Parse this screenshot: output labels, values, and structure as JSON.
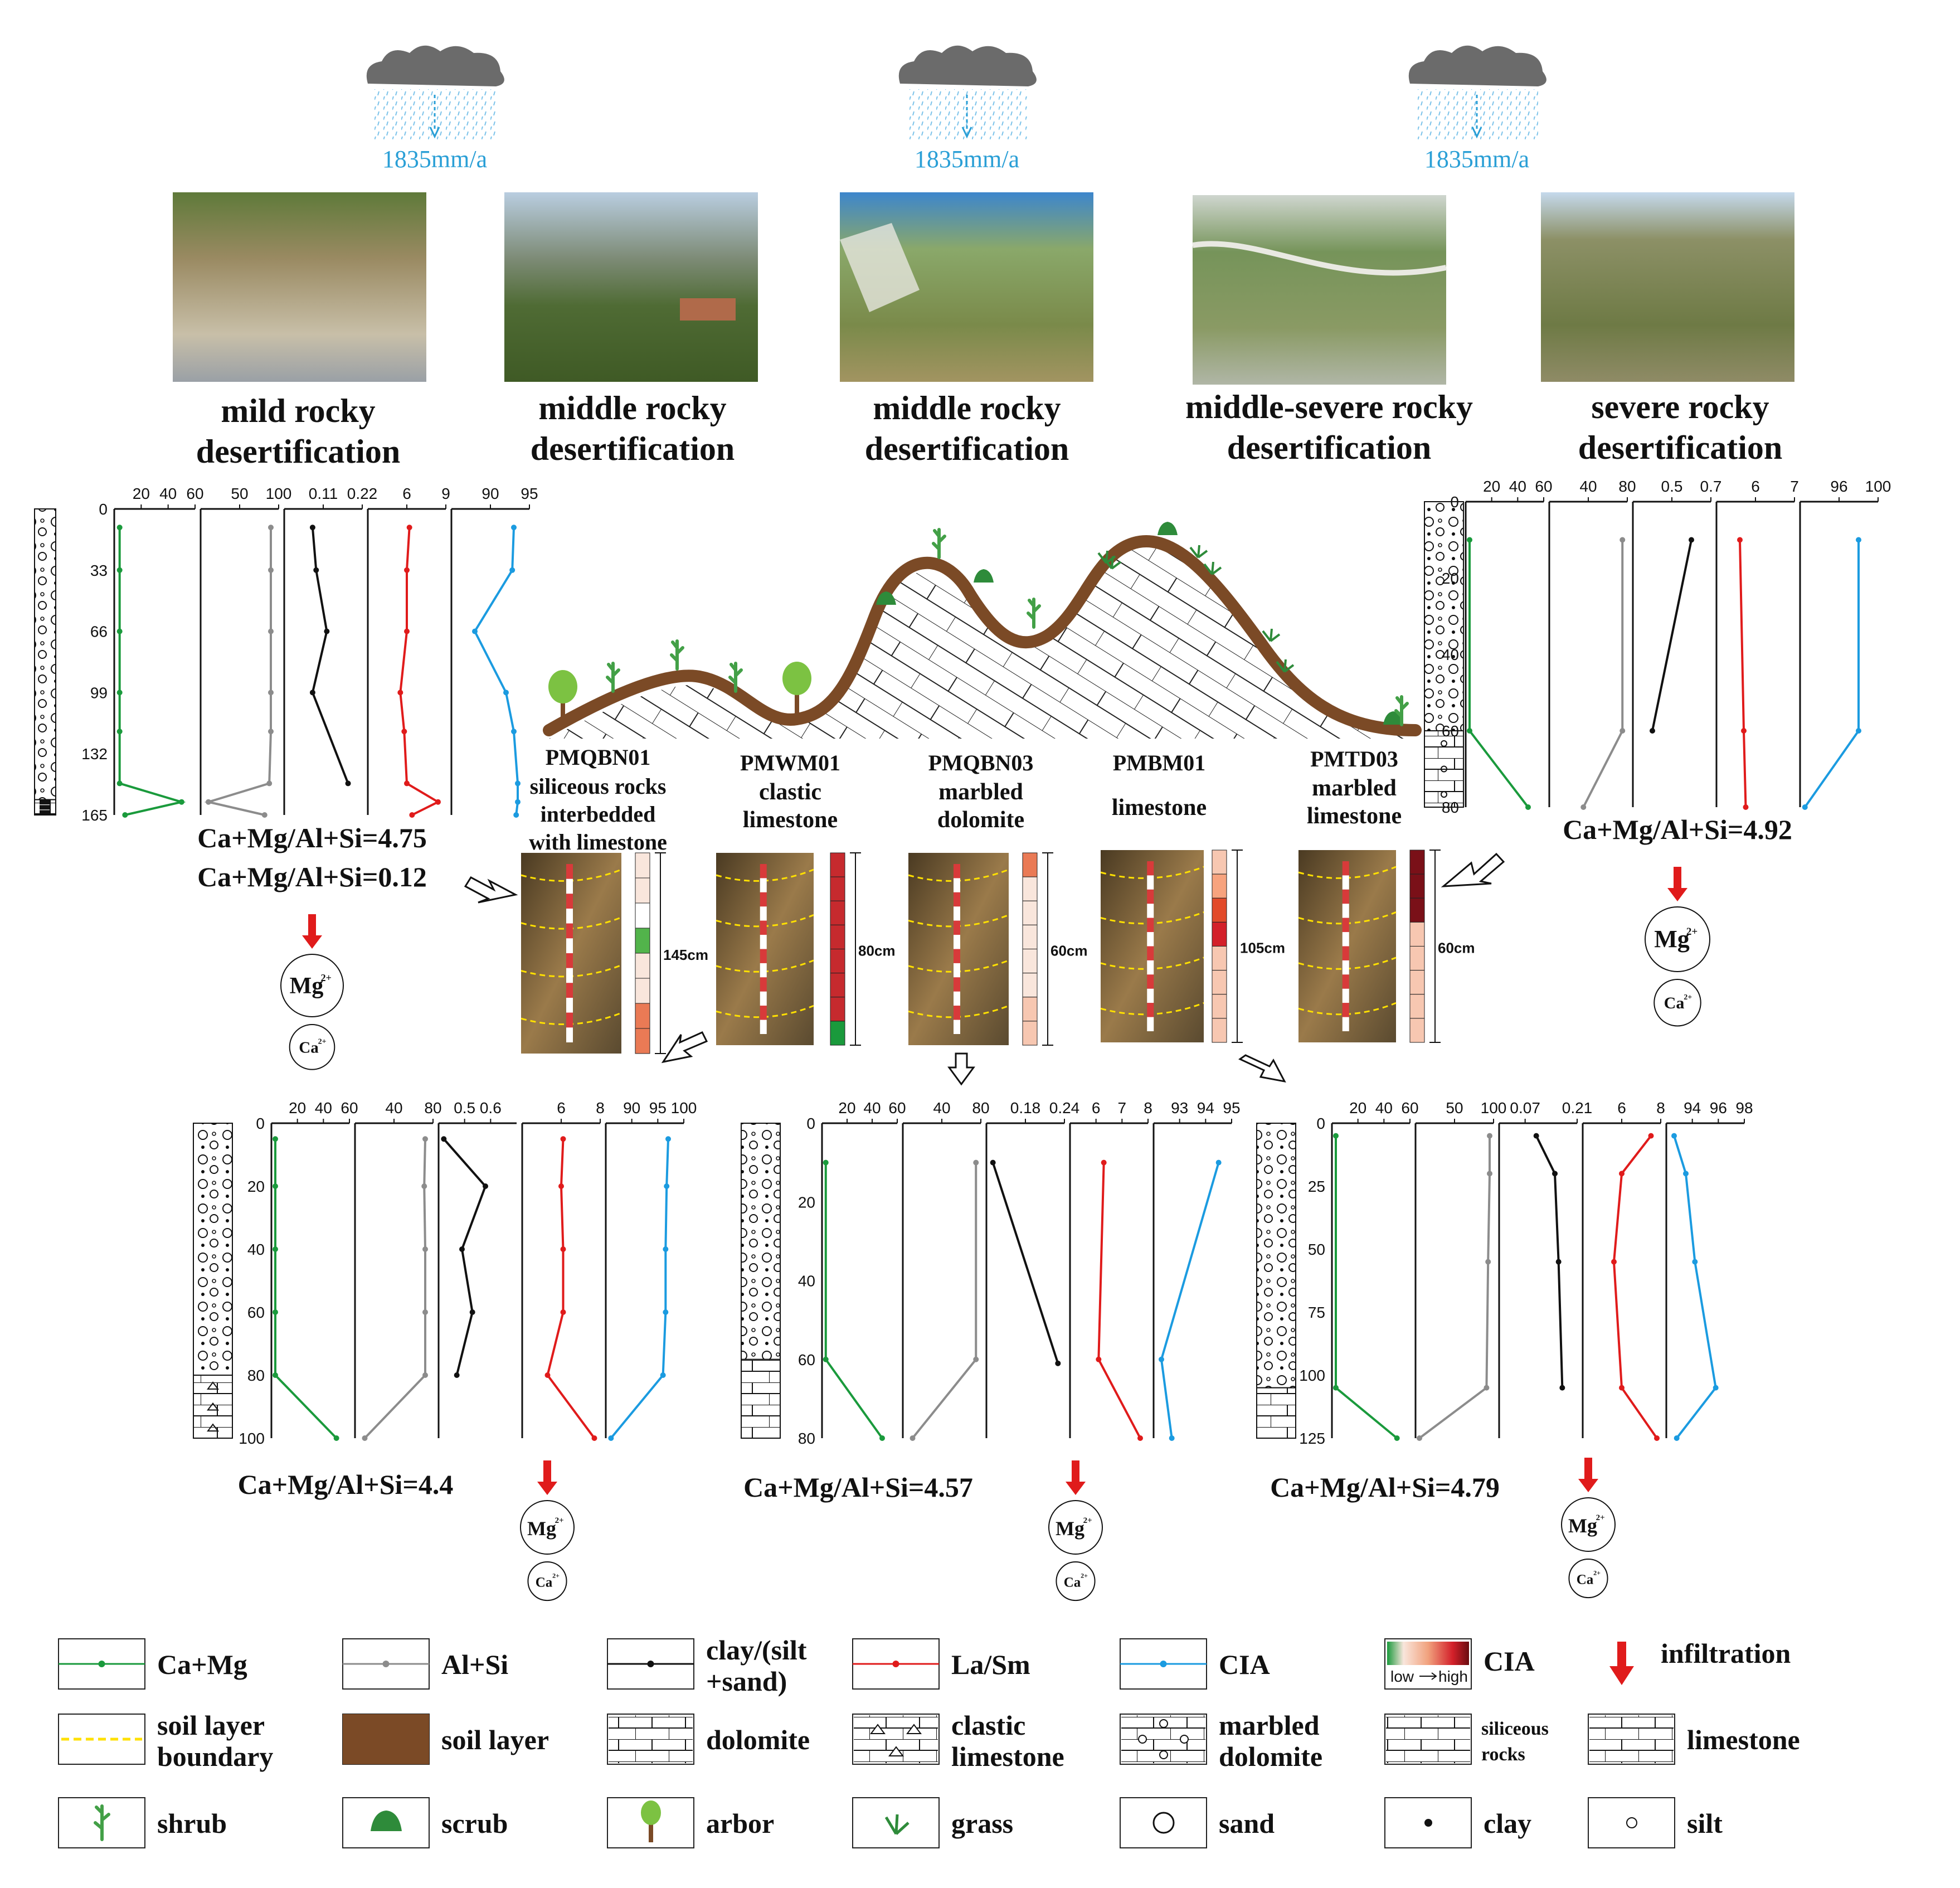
{
  "rain_label": "1835mm/a",
  "photo_titles": [
    {
      "line1": "mild rocky",
      "line2": "desertification"
    },
    {
      "line1": "middle rocky",
      "line2": "desertification"
    },
    {
      "line1": "middle rocky",
      "line2": "desertification"
    },
    {
      "line1": "middle-severe rocky",
      "line2": "desertification"
    },
    {
      "line1": "severe rocky",
      "line2": "desertification"
    }
  ],
  "sections": [
    {
      "id": "PMQBN01",
      "lines": [
        "siliceous rocks",
        "interbedded",
        "with limestone"
      ],
      "depth_label": "145cm"
    },
    {
      "id": "PMWM01",
      "lines": [
        "clastic",
        "limestone"
      ],
      "depth_label": "80cm"
    },
    {
      "id": "PMQBN03",
      "lines": [
        "marbled",
        "dolomite"
      ],
      "depth_label": "60cm"
    },
    {
      "id": "PMBM01",
      "lines": [
        "limestone"
      ],
      "depth_label": "105cm"
    },
    {
      "id": "PMTD03",
      "lines": [
        "marbled",
        "limestone"
      ],
      "depth_label": "60cm"
    }
  ],
  "ions": {
    "mg": "Mg",
    "mg_sup": "2+",
    "ca": "Ca",
    "ca_sup": "2+"
  },
  "chart_data": [
    {
      "type": "line",
      "profile": "top-left",
      "depth_ticks": [
        "0",
        "33",
        "66",
        "99",
        "132",
        "165"
      ],
      "depth_range": [
        0,
        165
      ],
      "columns": [
        {
          "name": "Ca+Mg",
          "color": "#1a9a3c",
          "tick_labels": [
            "20",
            "40",
            "60"
          ],
          "range": [
            0,
            60
          ],
          "values": [
            [
              10,
              4
            ],
            [
              33,
              4
            ],
            [
              66,
              4
            ],
            [
              99,
              4
            ],
            [
              120,
              4
            ],
            [
              148,
              4
            ],
            [
              158,
              50
            ],
            [
              170,
              8
            ]
          ]
        },
        {
          "name": "Al+Si",
          "color": "#8c8c8c",
          "tick_labels": [
            "50",
            "100"
          ],
          "range": [
            0,
            100
          ],
          "values": [
            [
              10,
              90
            ],
            [
              33,
              90
            ],
            [
              66,
              90
            ],
            [
              99,
              90
            ],
            [
              120,
              90
            ],
            [
              148,
              88
            ],
            [
              158,
              10
            ],
            [
              170,
              82
            ]
          ]
        },
        {
          "name": "clay/(silt+sand)",
          "color": "#111111",
          "tick_labels": [
            "0.11",
            "0.22"
          ],
          "range": [
            0,
            0.22
          ],
          "values": [
            [
              10,
              0.08
            ],
            [
              33,
              0.09
            ],
            [
              66,
              0.12
            ],
            [
              99,
              0.08
            ],
            [
              148,
              0.18
            ]
          ]
        },
        {
          "name": "La/Sm",
          "color": "#e01b1b",
          "tick_labels": [
            "6",
            "9"
          ],
          "range": [
            3,
            9
          ],
          "values": [
            [
              10,
              6.2
            ],
            [
              33,
              6
            ],
            [
              66,
              6
            ],
            [
              99,
              5.5
            ],
            [
              120,
              5.8
            ],
            [
              148,
              6.0
            ],
            [
              158,
              8.4
            ],
            [
              170,
              6.4
            ]
          ]
        },
        {
          "name": "CIA",
          "color": "#1b9be0",
          "tick_labels": [
            "90",
            "95"
          ],
          "range": [
            85,
            95
          ],
          "values": [
            [
              10,
              93
            ],
            [
              33,
              92.8
            ],
            [
              66,
              88
            ],
            [
              99,
              92
            ],
            [
              120,
              93
            ],
            [
              148,
              93.5
            ],
            [
              158,
              93.5
            ],
            [
              170,
              93.3
            ]
          ]
        }
      ],
      "ratios": [
        "Ca+Mg/Al+Si=4.75",
        "Ca+Mg/Al+Si=0.12"
      ]
    },
    {
      "type": "line",
      "profile": "top-right",
      "depth_ticks": [
        "0",
        "20",
        "40",
        "60",
        "80"
      ],
      "depth_range": [
        0,
        80
      ],
      "columns": [
        {
          "name": "Ca+Mg",
          "color": "#1a9a3c",
          "tick_labels": [
            "20",
            "40",
            "60"
          ],
          "range": [
            0,
            60
          ],
          "values": [
            [
              10,
              3
            ],
            [
              60,
              3
            ],
            [
              80,
              48
            ]
          ]
        },
        {
          "name": "Al+Si",
          "color": "#8c8c8c",
          "tick_labels": [
            "40",
            "80"
          ],
          "range": [
            0,
            80
          ],
          "values": [
            [
              10,
              75
            ],
            [
              60,
              75
            ],
            [
              80,
              35
            ]
          ]
        },
        {
          "name": "clay/(silt+sand)",
          "color": "#111111",
          "tick_labels": [
            "0.5",
            "0.7"
          ],
          "range": [
            0.3,
            0.7
          ],
          "values": [
            [
              10,
              0.6
            ],
            [
              60,
              0.4
            ]
          ]
        },
        {
          "name": "La/Sm",
          "color": "#e01b1b",
          "tick_labels": [
            "6",
            "7"
          ],
          "range": [
            5,
            7
          ],
          "values": [
            [
              10,
              5.6
            ],
            [
              60,
              5.7
            ],
            [
              80,
              5.75
            ]
          ]
        },
        {
          "name": "CIA",
          "color": "#1b9be0",
          "tick_labels": [
            "96",
            "100"
          ],
          "range": [
            92,
            100
          ],
          "values": [
            [
              10,
              98
            ],
            [
              60,
              98
            ],
            [
              80,
              92.5
            ]
          ]
        }
      ],
      "ratios": [
        "Ca+Mg/Al+Si=4.92"
      ]
    },
    {
      "type": "line",
      "profile": "bottom-left",
      "depth_ticks": [
        "0",
        "20",
        "40",
        "60",
        "80",
        "100"
      ],
      "depth_range": [
        0,
        100
      ],
      "columns": [
        {
          "name": "Ca+Mg",
          "color": "#1a9a3c",
          "tick_labels": [
            "20",
            "40",
            "60"
          ],
          "range": [
            0,
            60
          ],
          "values": [
            [
              5,
              3
            ],
            [
              20,
              3
            ],
            [
              40,
              3
            ],
            [
              60,
              3
            ],
            [
              80,
              3
            ],
            [
              100,
              50
            ]
          ]
        },
        {
          "name": "Al+Si",
          "color": "#8c8c8c",
          "tick_labels": [
            "40",
            "80"
          ],
          "range": [
            0,
            80
          ],
          "values": [
            [
              5,
              72
            ],
            [
              20,
              71
            ],
            [
              40,
              72
            ],
            [
              60,
              72
            ],
            [
              80,
              72
            ],
            [
              100,
              10
            ]
          ]
        },
        {
          "name": "clay/(silt+sand)",
          "color": "#111111",
          "tick_labels": [
            "0.5",
            "0.6"
          ],
          "range": [
            0.4,
            0.7
          ],
          "values": [
            [
              5,
              0.42
            ],
            [
              20,
              0.58
            ],
            [
              40,
              0.49
            ],
            [
              60,
              0.53
            ],
            [
              80,
              0.47
            ]
          ]
        },
        {
          "name": "La/Sm",
          "color": "#e01b1b",
          "tick_labels": [
            "6",
            "8"
          ],
          "range": [
            4,
            8
          ],
          "values": [
            [
              5,
              6.1
            ],
            [
              20,
              6.0
            ],
            [
              40,
              6.1
            ],
            [
              60,
              6.1
            ],
            [
              80,
              5.3
            ],
            [
              100,
              7.7
            ]
          ]
        },
        {
          "name": "CIA",
          "color": "#1b9be0",
          "tick_labels": [
            "90",
            "95",
            "100"
          ],
          "range": [
            85,
            100
          ],
          "values": [
            [
              5,
              97
            ],
            [
              20,
              96.7
            ],
            [
              40,
              96.5
            ],
            [
              60,
              96.5
            ],
            [
              80,
              96
            ],
            [
              100,
              86
            ]
          ]
        }
      ],
      "ratios": [
        "Ca+Mg/Al+Si=4.4"
      ]
    },
    {
      "type": "line",
      "profile": "bottom-middle",
      "depth_ticks": [
        "0",
        "20",
        "40",
        "60",
        "80"
      ],
      "depth_range": [
        0,
        80
      ],
      "columns": [
        {
          "name": "Ca+Mg",
          "color": "#1a9a3c",
          "tick_labels": [
            "20",
            "40",
            "60"
          ],
          "range": [
            0,
            60
          ],
          "values": [
            [
              10,
              3
            ],
            [
              60,
              3
            ],
            [
              80,
              48
            ]
          ]
        },
        {
          "name": "Al+Si",
          "color": "#8c8c8c",
          "tick_labels": [
            "40",
            "80"
          ],
          "range": [
            0,
            80
          ],
          "values": [
            [
              10,
              75
            ],
            [
              60,
              75
            ],
            [
              80,
              10
            ]
          ]
        },
        {
          "name": "clay/(silt+sand)",
          "color": "#111111",
          "tick_labels": [
            "0.18",
            "0.24"
          ],
          "range": [
            0.12,
            0.24
          ],
          "values": [
            [
              10,
              0.13
            ],
            [
              61,
              0.23
            ]
          ]
        },
        {
          "name": "La/Sm",
          "color": "#e01b1b",
          "tick_labels": [
            "6",
            "7",
            "8"
          ],
          "range": [
            5,
            8
          ],
          "values": [
            [
              10,
              6.3
            ],
            [
              60,
              6.1
            ],
            [
              80,
              7.7
            ]
          ]
        },
        {
          "name": "CIA",
          "color": "#1b9be0",
          "tick_labels": [
            "93",
            "94",
            "95"
          ],
          "range": [
            92,
            95
          ],
          "values": [
            [
              10,
              94.5
            ],
            [
              60,
              92.3
            ],
            [
              80,
              92.7
            ]
          ]
        }
      ],
      "ratios": [
        "Ca+Mg/Al+Si=4.57"
      ]
    },
    {
      "type": "line",
      "profile": "bottom-right",
      "depth_ticks": [
        "0",
        "25",
        "50",
        "75",
        "100",
        "125"
      ],
      "depth_range": [
        0,
        125
      ],
      "columns": [
        {
          "name": "Ca+Mg",
          "color": "#1a9a3c",
          "tick_labels": [
            "20",
            "40",
            "60"
          ],
          "range": [
            0,
            60
          ],
          "values": [
            [
              5,
              3
            ],
            [
              105,
              3
            ],
            [
              125,
              50
            ]
          ]
        },
        {
          "name": "Al+Si",
          "color": "#8c8c8c",
          "tick_labels": [
            "50",
            "100"
          ],
          "range": [
            0,
            100
          ],
          "values": [
            [
              5,
              95
            ],
            [
              20,
              95
            ],
            [
              55,
              93
            ],
            [
              105,
              91
            ],
            [
              125,
              5
            ]
          ]
        },
        {
          "name": "clay/(silt+sand)",
          "color": "#111111",
          "tick_labels": [
            "0.07",
            "0.21"
          ],
          "range": [
            0,
            0.21
          ],
          "values": [
            [
              5,
              0.1
            ],
            [
              20,
              0.15
            ],
            [
              55,
              0.16
            ],
            [
              105,
              0.17
            ]
          ]
        },
        {
          "name": "La/Sm",
          "color": "#e01b1b",
          "tick_labels": [
            "6",
            "8"
          ],
          "range": [
            4,
            8
          ],
          "values": [
            [
              5,
              7.5
            ],
            [
              20,
              6.0
            ],
            [
              55,
              5.6
            ],
            [
              105,
              6.0
            ],
            [
              125,
              7.8
            ]
          ]
        },
        {
          "name": "CIA",
          "color": "#1b9be0",
          "tick_labels": [
            "94",
            "96",
            "98"
          ],
          "range": [
            92,
            98
          ],
          "values": [
            [
              5,
              92.6
            ],
            [
              20,
              93.5
            ],
            [
              55,
              94.2
            ],
            [
              105,
              95.8
            ],
            [
              125,
              92.8
            ]
          ]
        }
      ],
      "ratios": [
        "Ca+Mg/Al+Si=4.79"
      ]
    }
  ],
  "legend": [
    {
      "label": "Ca+Mg",
      "icon": "green-line-dot-icon"
    },
    {
      "label": "Al+Si",
      "icon": "gray-line-dot-icon"
    },
    {
      "label": "clay/(silt",
      "label2": "+sand)",
      "icon": "black-line-dot-icon"
    },
    {
      "label": "La/Sm",
      "icon": "red-line-dot-icon"
    },
    {
      "label": "CIA",
      "icon": "blue-line-dot-icon"
    },
    {
      "label": "CIA",
      "sub_low": "low",
      "sub_high": "high",
      "icon": "cia-gradient-icon"
    },
    {
      "label": "infiltration",
      "icon": "red-arrow-icon"
    },
    {
      "label": "soil layer",
      "label2": "boundary",
      "icon": "yellow-dash-icon"
    },
    {
      "label": "soil layer",
      "icon": "brown-fill-icon"
    },
    {
      "label": "dolomite",
      "icon": "dolomite-pattern-icon"
    },
    {
      "label": "clastic",
      "label2": "limestone",
      "icon": "clastic-pattern-icon"
    },
    {
      "label": "marbled",
      "label2": "dolomite",
      "icon": "marbled-pattern-icon"
    },
    {
      "label": "siliceous",
      "label2": "rocks",
      "icon": "siliceous-pattern-icon"
    },
    {
      "label": "limestone",
      "icon": "limestone-pattern-icon"
    },
    {
      "label": "shrub",
      "icon": "shrub-icon"
    },
    {
      "label": "scrub",
      "icon": "scrub-icon"
    },
    {
      "label": "arbor",
      "icon": "arbor-icon"
    },
    {
      "label": "grass",
      "icon": "grass-icon"
    },
    {
      "label": "sand",
      "icon": "sand-circle-icon"
    },
    {
      "label": "clay",
      "icon": "clay-dot-icon"
    },
    {
      "label": "silt",
      "icon": "silt-circle-icon"
    }
  ],
  "colors": {
    "soil": "#7b4a26",
    "ca_mg": "#1a9a3c",
    "al_si": "#8c8c8c",
    "clay_ratio": "#111111",
    "la_sm": "#e01b1b",
    "cia": "#1b9be0",
    "infiltration": "#e01b1b",
    "rain": "#2a9fd6"
  }
}
